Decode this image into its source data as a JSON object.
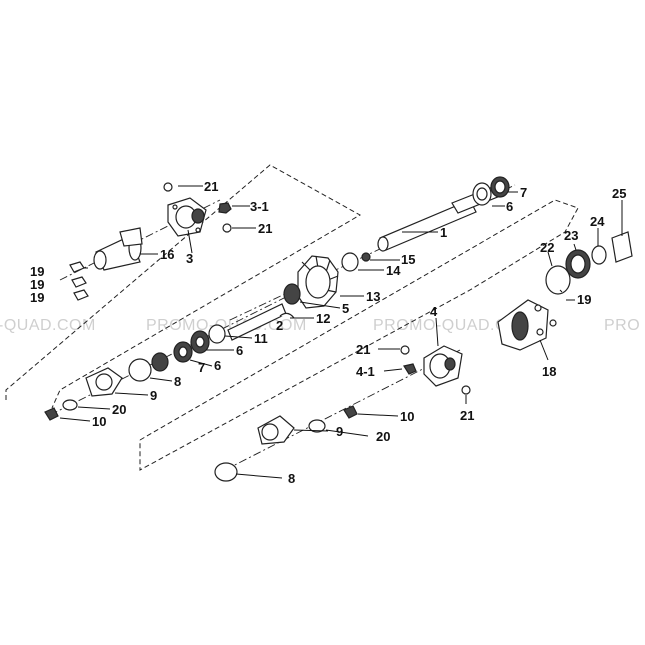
{
  "watermarks": [
    {
      "id": "wm-1",
      "text": "-QUAD.COM"
    },
    {
      "id": "wm-2",
      "text": "PROMO-QUAD.COM"
    },
    {
      "id": "wm-3",
      "text": "PROMO-QUAD.COM"
    },
    {
      "id": "wm-4",
      "text": "PRO"
    }
  ],
  "callouts": {
    "c1": "1",
    "c2": "2",
    "c3": "3",
    "c3_1": "3-1",
    "c4": "4",
    "c4_1": "4-1",
    "c5": "5",
    "c6a": "6",
    "c6b": "6",
    "c7a": "7",
    "c7b": "7",
    "c8a": "8",
    "c8b": "8",
    "c9a": "9",
    "c9b": "9",
    "c10a": "10",
    "c10b": "10",
    "c11": "11",
    "c12": "12",
    "c13": "13",
    "c14": "14",
    "c15": "15",
    "c16": "16",
    "c18": "18",
    "c19a": "19",
    "c19b": "19",
    "c19c": "19",
    "c19d": "19",
    "c20a": "20",
    "c20b": "20",
    "c21a": "21",
    "c21b": "21",
    "c21c": "21",
    "c21d": "21",
    "c22": "22",
    "c23": "23",
    "c24": "24",
    "c25": "25"
  }
}
